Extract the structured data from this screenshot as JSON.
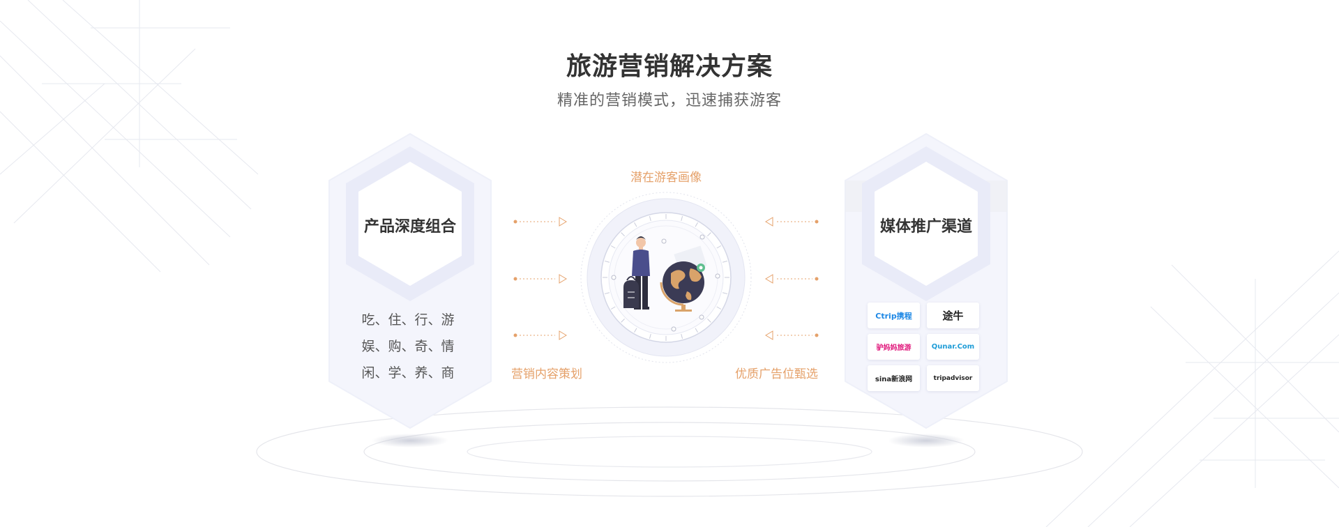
{
  "header": {
    "title": "旅游营销解决方案",
    "subtitle": "精准的营销模式，迅速捕获游客"
  },
  "left_panel": {
    "heading": "产品深度组合",
    "items": [
      "吃、住、行、游",
      "娱、购、奇、情",
      "闲、学、养、商"
    ]
  },
  "right_panel": {
    "heading": "媒体推广渠道",
    "logos": [
      {
        "name": "ctrip-logo",
        "text": "Ctrip携程",
        "color": "#1E88E5"
      },
      {
        "name": "tuniu-logo",
        "text": "途牛",
        "color": "#222222"
      },
      {
        "name": "lvmama-logo",
        "text": "驴妈妈旅游",
        "color": "#E0157A"
      },
      {
        "name": "qunar-logo",
        "text": "Qunar.Com",
        "color": "#1E9CD7"
      },
      {
        "name": "sina-logo",
        "text": "sina新浪网",
        "color": "#222222"
      },
      {
        "name": "tripadvisor-logo",
        "text": "tripadvisor",
        "color": "#222222"
      }
    ]
  },
  "center": {
    "top_label": "潜在游客画像",
    "bottom_left_label": "营销内容策划",
    "bottom_right_label": "优质广告位甄选"
  },
  "colors": {
    "accent": "#E5A16A",
    "hex_bg": "#F4F5FC",
    "hex_ring": "#E8EAF7"
  }
}
